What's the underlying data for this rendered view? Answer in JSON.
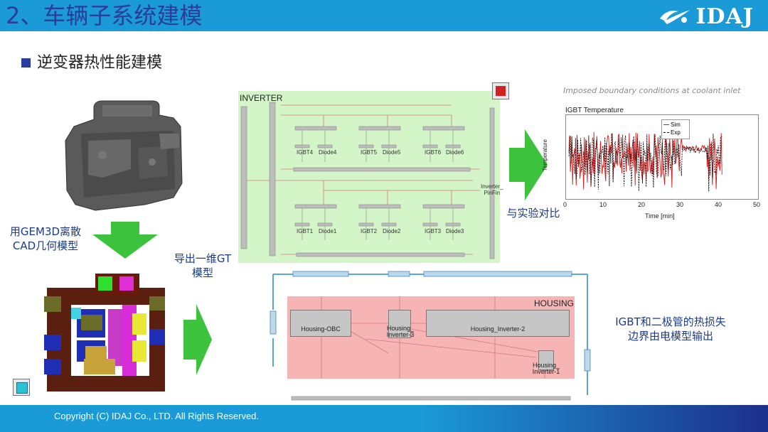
{
  "header": {
    "title": "2、车辆子系统建模",
    "logo_text": "IDAJ"
  },
  "section": {
    "bullet": "逆变器热性能建模"
  },
  "labels": {
    "left_mid": "用GEM3D离散\nCAD几何模型",
    "export": "导出一维GT\n模型",
    "compare": "与实验对比",
    "heat_loss": "IGBT和二极管的热损失\n边界由电模型输出"
  },
  "inverter": {
    "title": "INVERTER",
    "modules_top": [
      "IGBT4",
      "Diode4",
      "IGBT5",
      "Diode5",
      "IGBT6",
      "Diode6"
    ],
    "modules_bottom": [
      "IGBT1",
      "Diode1",
      "IGBT2",
      "Diode2",
      "IGBT3",
      "Diode3"
    ],
    "pinfin_label": "Inverter_\nPinFin"
  },
  "housing": {
    "title": "HOUSING",
    "blocks": [
      "Housing-OBC",
      "Housing_\nInverter-3",
      "Housing_Inverter-2",
      "Housing_\nInverter-1"
    ]
  },
  "chart": {
    "note": "Imposed boundary conditions at coolant inlet",
    "xticks": [
      "0",
      "10",
      "20",
      "30",
      "40",
      "50"
    ]
  },
  "chart_data": {
    "type": "line",
    "title": "IGBT Temperature",
    "xlabel": "Time [min]",
    "ylabel": "Temperature",
    "xlim": [
      0,
      50
    ],
    "legend": "top-right",
    "series": [
      {
        "name": "Sim",
        "color": "#d41a1a",
        "style": "solid"
      },
      {
        "name": "Exp",
        "color": "#111111",
        "style": "dashed"
      }
    ]
  },
  "footer": {
    "copyright": "Copyright (C)  IDAJ Co., LTD. All Rights Reserved."
  },
  "colors": {
    "header": "#1a9ad6",
    "title": "#2a3d9a",
    "arrow": "#3cc23c",
    "inverter_bg": "#d4f5c8",
    "housing_bg": "#f6b4b4"
  }
}
